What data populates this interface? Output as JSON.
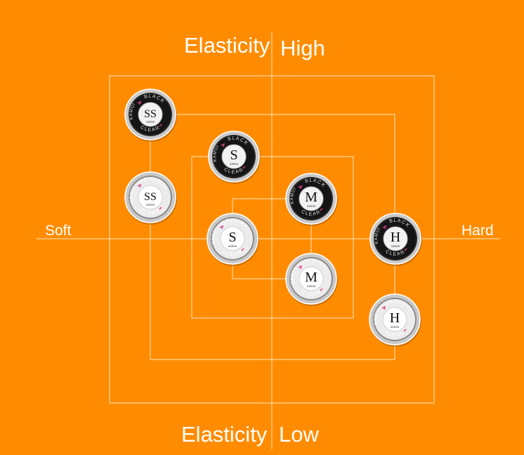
{
  "axes": {
    "top_left": "Elasticity",
    "top_right": "High",
    "bottom_left": "Elasticity",
    "bottom_right": "Low",
    "left": "Soft",
    "right": "Hard"
  },
  "colors": {
    "background": "#ff8c00",
    "lines": "#ffe3c2",
    "black_tip": "#151515",
    "clear_tip": "#e9e9e9"
  },
  "tips": [
    {
      "id": "ss-black",
      "letter": "SS",
      "size_text": "14mm",
      "arc_top": "BLACK",
      "arc_left": "KAMUI",
      "arc_bottom": "CLEAR",
      "style": "black"
    },
    {
      "id": "ss-clear",
      "letter": "SS",
      "size_text": "14mm",
      "arc_top": "ORIGINAL",
      "arc_left": "KAMUI",
      "arc_bottom": "CLEAR",
      "style": "clear"
    },
    {
      "id": "s-black",
      "letter": "S",
      "size_text": "14mm",
      "arc_top": "BLACK",
      "arc_left": "KAMUI",
      "arc_bottom": "CLEAR",
      "style": "black"
    },
    {
      "id": "s-clear",
      "letter": "S",
      "size_text": "14mm",
      "arc_top": "ORIGINAL",
      "arc_left": "KAMUI",
      "arc_bottom": "CLEAR",
      "style": "clear"
    },
    {
      "id": "m-black",
      "letter": "M",
      "size_text": "14mm",
      "arc_top": "BLACK",
      "arc_left": "KAMUI",
      "arc_bottom": "CLEAR",
      "style": "black"
    },
    {
      "id": "m-clear",
      "letter": "M",
      "size_text": "14mm",
      "arc_top": "ORIGINAL",
      "arc_left": "KAMUI",
      "arc_bottom": "CLEAR",
      "style": "clear"
    },
    {
      "id": "h-black",
      "letter": "H",
      "size_text": "14mm",
      "arc_top": "BLACK",
      "arc_left": "KAMUI",
      "arc_bottom": "CLEAR",
      "style": "black"
    },
    {
      "id": "h-clear",
      "letter": "H",
      "size_text": "14mm",
      "arc_top": "ORIGINAL",
      "arc_left": "KAMUI",
      "arc_bottom": "CLEAR",
      "style": "clear"
    }
  ]
}
